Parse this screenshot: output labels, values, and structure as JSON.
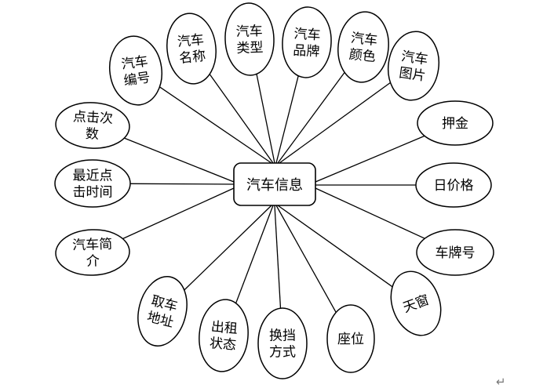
{
  "entity": {
    "name": "汽车信息"
  },
  "attributes": [
    {
      "id": "car-number",
      "lines": [
        "汽车",
        "编号"
      ]
    },
    {
      "id": "car-name",
      "lines": [
        "汽车",
        "名称"
      ]
    },
    {
      "id": "car-type",
      "lines": [
        "汽车",
        "类型"
      ]
    },
    {
      "id": "car-brand",
      "lines": [
        "汽车",
        "品牌"
      ]
    },
    {
      "id": "car-color",
      "lines": [
        "汽车",
        "颜色"
      ]
    },
    {
      "id": "car-picture",
      "lines": [
        "汽车",
        "图片"
      ]
    },
    {
      "id": "click-count",
      "lines": [
        "点击次",
        "数"
      ]
    },
    {
      "id": "recent-click-time",
      "lines": [
        "最近点",
        "击时间"
      ]
    },
    {
      "id": "car-intro",
      "lines": [
        "汽车简",
        "介"
      ]
    },
    {
      "id": "deposit",
      "lines": [
        "押金"
      ]
    },
    {
      "id": "daily-price",
      "lines": [
        "日价格"
      ]
    },
    {
      "id": "plate-number",
      "lines": [
        "车牌号"
      ]
    },
    {
      "id": "sunroof",
      "lines": [
        "天窗"
      ]
    },
    {
      "id": "seats",
      "lines": [
        "座位"
      ]
    },
    {
      "id": "transmission",
      "lines": [
        "换挡",
        "方式"
      ]
    },
    {
      "id": "rental-status",
      "lines": [
        "出租",
        "状态"
      ]
    },
    {
      "id": "pickup-address",
      "lines": [
        "取车",
        "地址"
      ]
    }
  ],
  "footer": {
    "return_mark": "↵"
  }
}
